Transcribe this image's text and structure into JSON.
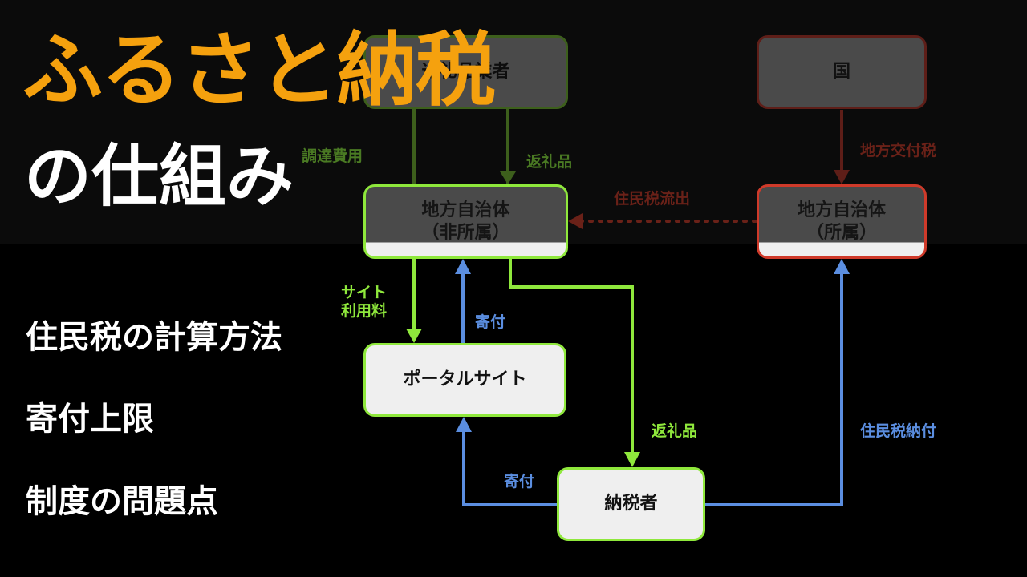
{
  "title": {
    "main": "ふるさと納税",
    "sub": "の仕組み"
  },
  "topics": [
    "住民税の計算方法",
    "寄付上限",
    "制度の問題点"
  ],
  "nodes": {
    "vendor": "返礼品業者",
    "country": "国",
    "local_nonaffiliated": "地方自治体\n（非所属）",
    "local_affiliated": "地方自治体\n（所属）",
    "portal": "ポータルサイト",
    "taxpayer": "納税者"
  },
  "edges": {
    "procurement": "調達費用",
    "gift_from_vendor": "返礼品",
    "local_allocation_tax": "地方交付税",
    "resident_tax_outflow": "住民税流出",
    "site_fee": "サイト\n利用料",
    "donation_to_local": "寄付",
    "gift_to_taxpayer": "返礼品",
    "resident_tax_payment": "住民税納付",
    "donation_from_taxpayer": "寄付"
  },
  "colors": {
    "title_orange": "#f5a10e",
    "green": "#8fe83c",
    "dark_green": "#3d5f1c",
    "blue": "#5b8ee0",
    "dark_red": "#6a2118",
    "red_border": "#cf3a2a"
  }
}
